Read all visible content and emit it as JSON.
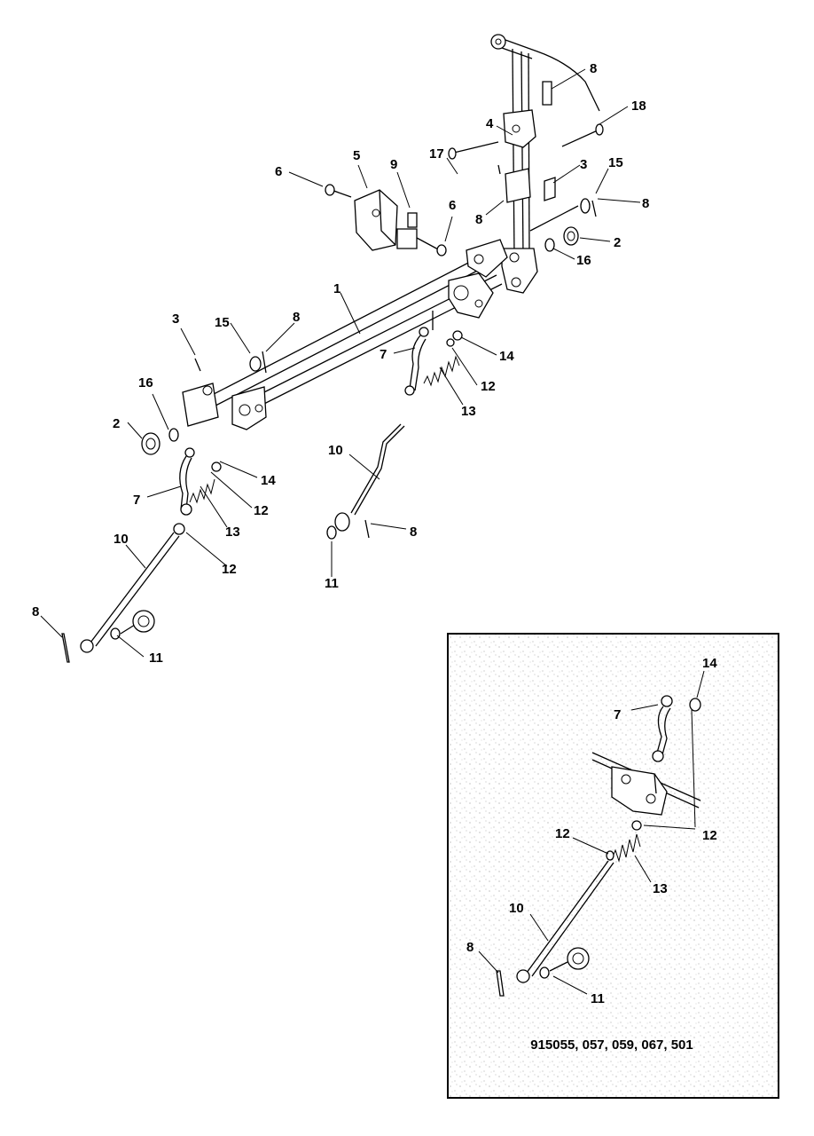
{
  "main_labels": [
    "8",
    "18",
    "4",
    "17",
    "3",
    "15",
    "8",
    "5",
    "9",
    "6",
    "6",
    "8",
    "2",
    "16",
    "1",
    "3",
    "15",
    "8",
    "7",
    "14",
    "12",
    "13",
    "16",
    "2",
    "14",
    "7",
    "12",
    "13",
    "10",
    "12",
    "10",
    "8",
    "11",
    "8",
    "11"
  ],
  "inset": {
    "labels": [
      "14",
      "7",
      "12",
      "12",
      "13",
      "10",
      "8",
      "11"
    ],
    "caption": "915055, 057, 059, 067, 501"
  }
}
